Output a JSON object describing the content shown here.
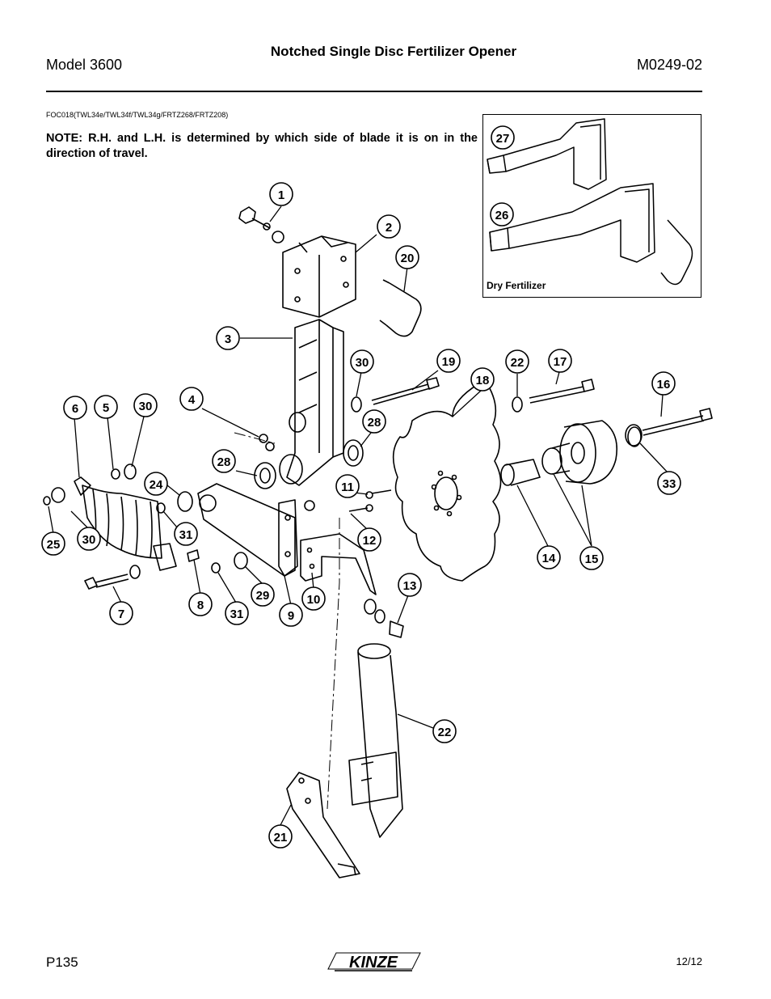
{
  "header": {
    "model": "Model 3600",
    "title": "Notched Single Disc Fertilizer Opener",
    "doc_number": "M0249-02"
  },
  "reference": "FOC018(TWL34e/TWL34f/TWL34g/FRTZ268/FRTZ208)",
  "note": "NOTE: R.H. and L.H. is determined by which side of blade it is on in the direction of travel.",
  "inset": {
    "label": "Dry Fertilizer",
    "callouts": [
      "27",
      "26"
    ]
  },
  "callouts": [
    "1",
    "2",
    "20",
    "3",
    "30",
    "19",
    "22",
    "17",
    "18",
    "16",
    "4",
    "6",
    "5",
    "30",
    "28",
    "28",
    "24",
    "11",
    "33",
    "25",
    "30",
    "31",
    "12",
    "14",
    "15",
    "8",
    "31",
    "29",
    "9",
    "10",
    "7",
    "13",
    "22",
    "21"
  ],
  "footer": {
    "page": "P135",
    "brand": "KINZE",
    "date": "12/12"
  }
}
